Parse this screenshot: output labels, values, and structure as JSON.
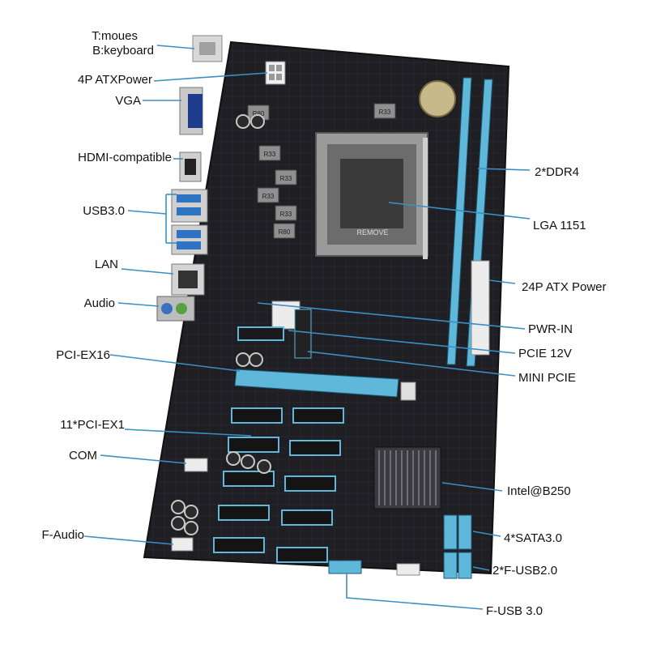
{
  "colors": {
    "pcb": "#1f1f23",
    "pcb_trace": "#2c2c33",
    "slot_blue": "#5fb7d9",
    "slot_dark": "#1a5a78",
    "metal": "#b9b9b9",
    "leader_line": "#3a8fc4",
    "label_text": "#111111",
    "white_part": "#ececec"
  },
  "labels": {
    "ps2_top": "T:moues",
    "ps2_bottom": "B:keyboard",
    "atx4p": "4P ATXPower",
    "vga": "VGA",
    "hdmi": "HDMI-compatible",
    "usb30": "USB3.0",
    "lan": "LAN",
    "audio": "Audio",
    "pciex16": "PCI-EX16",
    "pciex1": "11*PCI-EX1",
    "com": "COM",
    "faudio": "F-Audio",
    "ddr4": "2*DDR4",
    "lga": "LGA 1151",
    "atx24p": "24P ATX Power",
    "pwrin": "PWR-IN",
    "pcie12v": "PCIE 12V",
    "minipcie": "MINI PCIE",
    "chipset": "Intel@B250",
    "sata": "4*SATA3.0",
    "fusb2": "2*F-USB2.0",
    "fusb3": "F-USB 3.0"
  },
  "board_text": {
    "remove": "REMOVE",
    "inductors": [
      "R33",
      "R33",
      "R33",
      "R33",
      "R80",
      "R80",
      "R33"
    ]
  }
}
